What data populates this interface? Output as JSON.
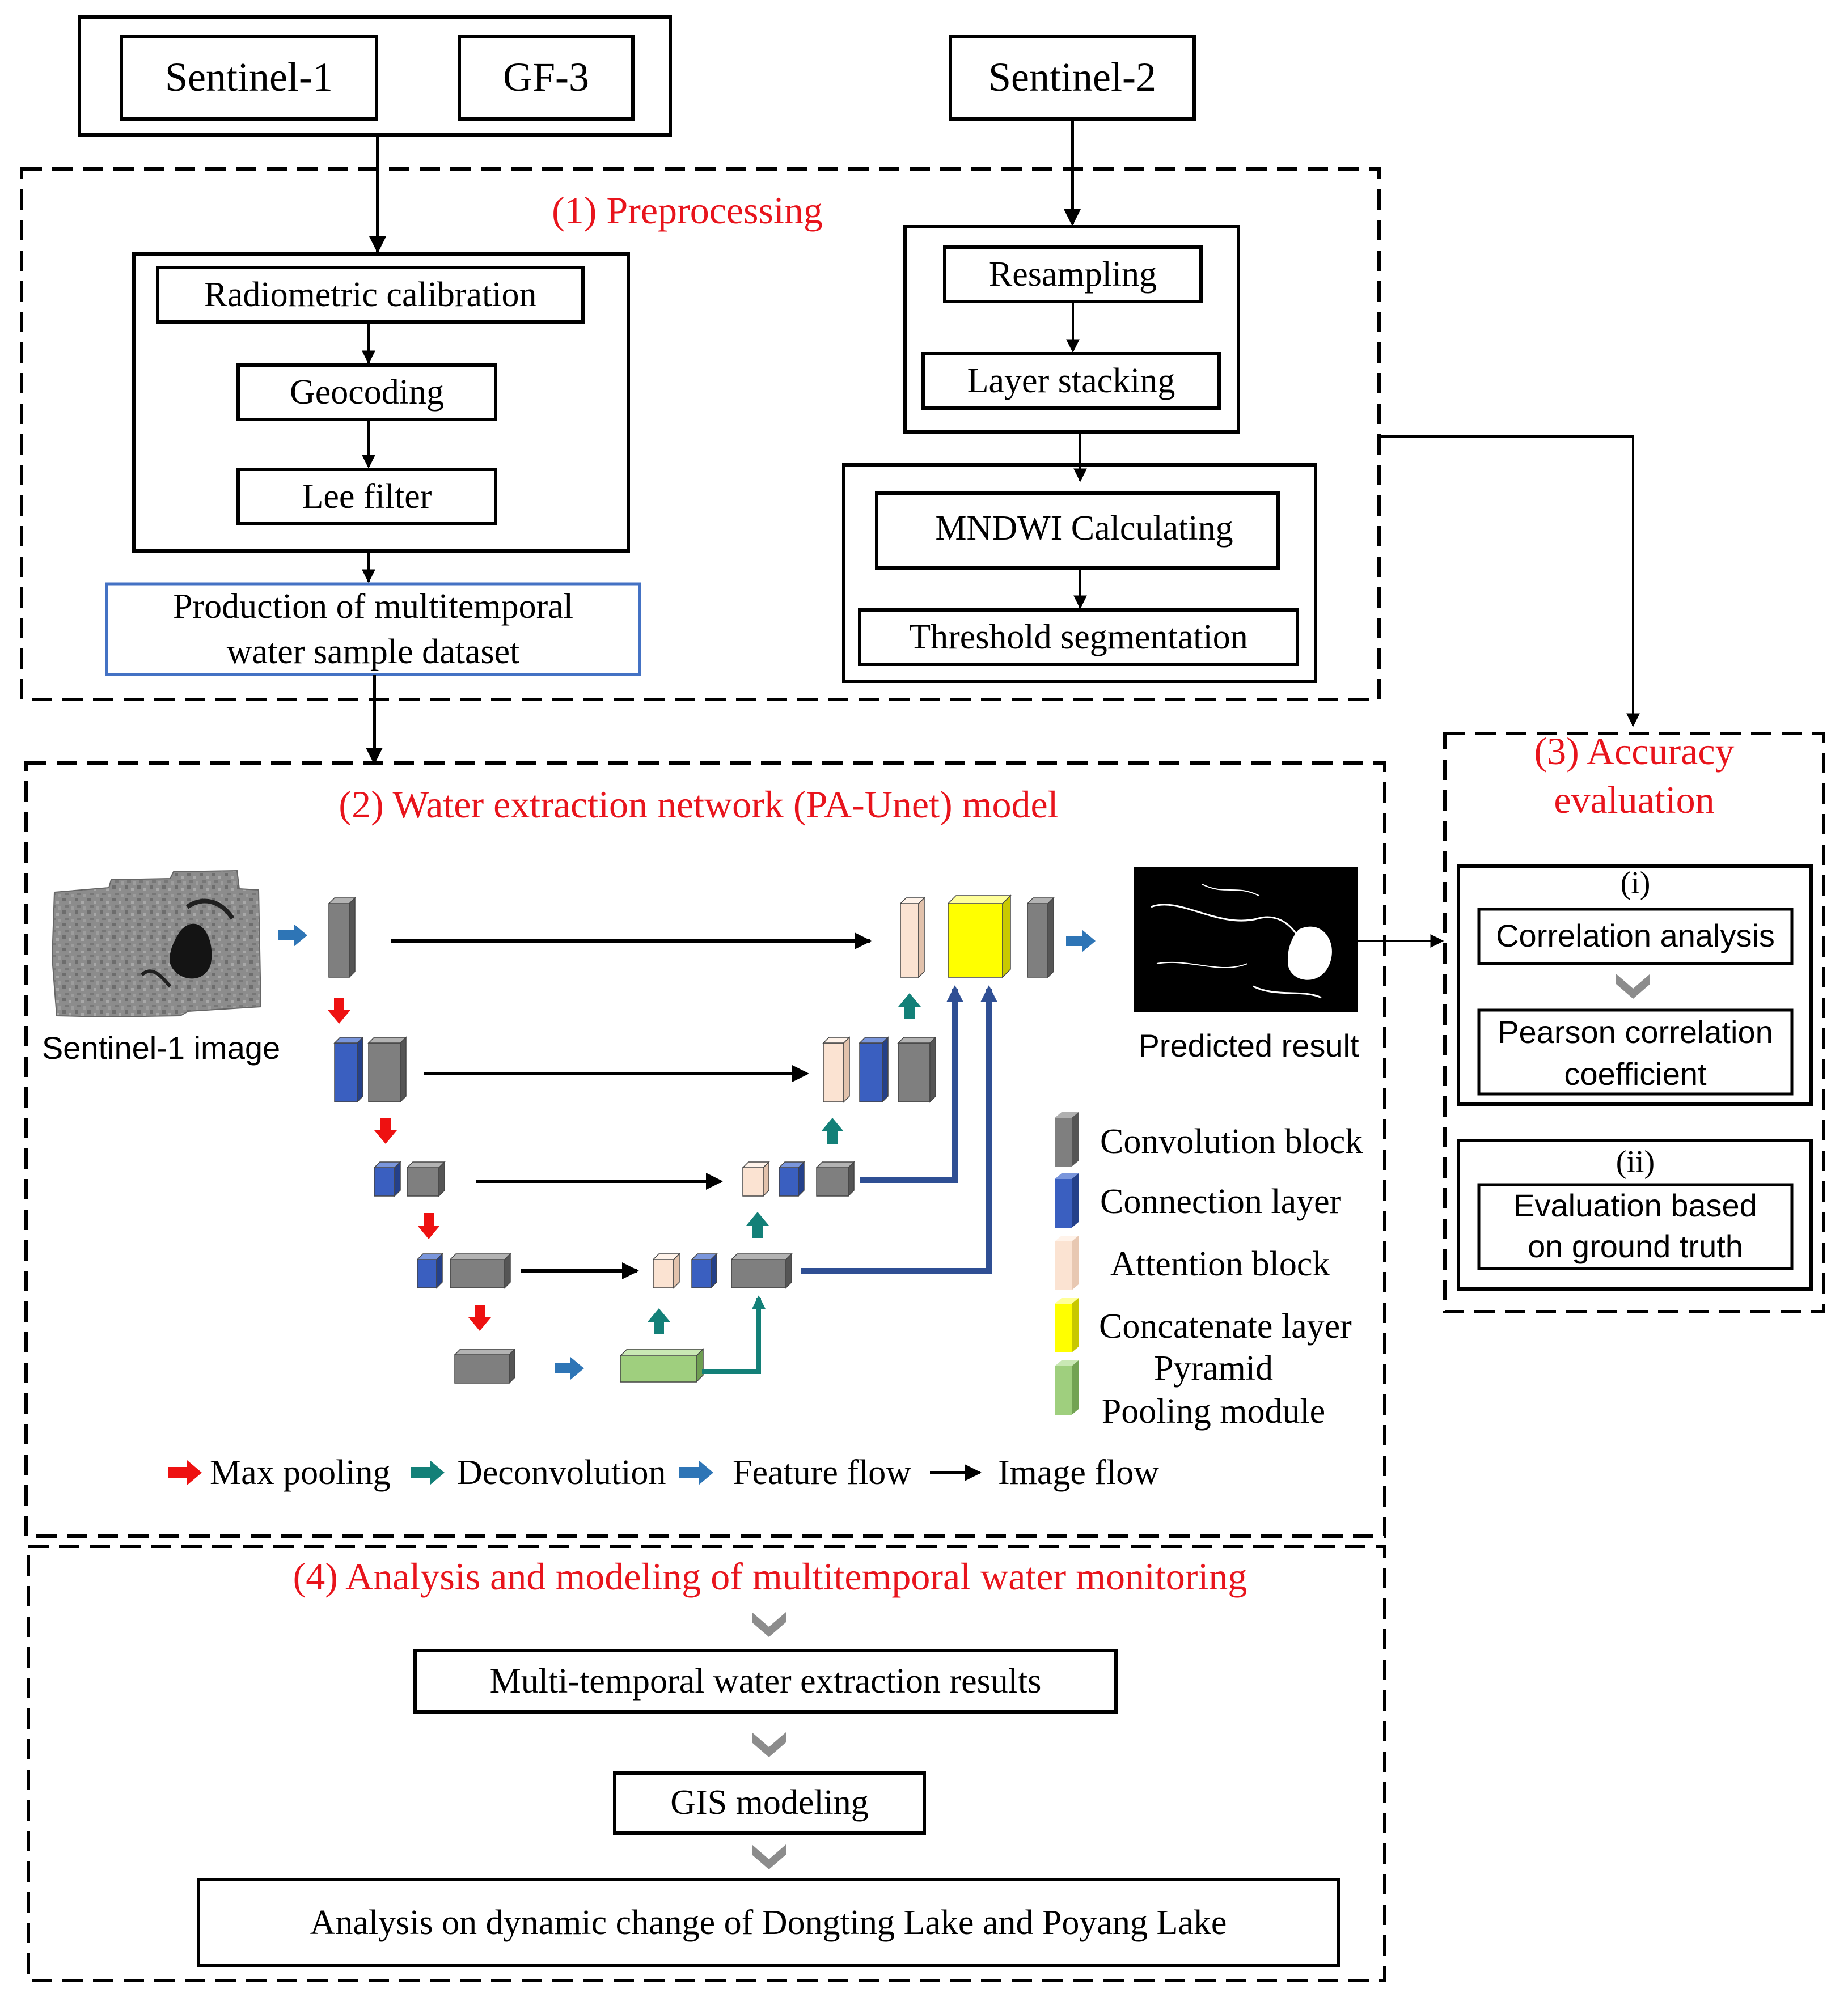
{
  "sources": {
    "sentinel1": "Sentinel-1",
    "gf3": "GF-3",
    "sentinel2": "Sentinel-2"
  },
  "section1": {
    "title": "(1) Preprocessing",
    "sar_steps": [
      "Radiometric calibration",
      "Geocoding",
      "Lee filter"
    ],
    "dataset_line1": "Production of multitemporal",
    "dataset_line2": "water sample dataset",
    "optical_steps": [
      "Resampling",
      "Layer stacking"
    ],
    "water_steps": [
      "MNDWI Calculating",
      "Threshold segmentation"
    ]
  },
  "section2": {
    "title": "(2) Water extraction network (PA-Unet) model",
    "input_label": "Sentinel-1 image",
    "output_label": "Predicted result",
    "block_legend": [
      {
        "key": "conv",
        "label": "Convolution block",
        "color": "#7f7f7f"
      },
      {
        "key": "conn",
        "label": "Connection layer",
        "color": "#3a5fc0"
      },
      {
        "key": "attn",
        "label": "Attention block",
        "color": "#fbe3d2"
      },
      {
        "key": "concat",
        "label": "Concatenate layer",
        "color": "#ffff00"
      },
      {
        "key": "ppm",
        "label_line1": "Pyramid",
        "label_line2": "Pooling module",
        "color": "#9fcf7e"
      }
    ],
    "arrow_legend": [
      {
        "key": "max",
        "label": "Max pooling",
        "color": "#ee1111"
      },
      {
        "key": "deconv",
        "label": "Deconvolution",
        "color": "#138078"
      },
      {
        "key": "feature",
        "label": "Feature flow",
        "color": "#2e75b6"
      },
      {
        "key": "image",
        "label": "Image flow",
        "color": "#000000"
      }
    ]
  },
  "section3": {
    "title_line1": "(3) Accuracy",
    "title_line2": "evaluation",
    "part1_label": "(i)",
    "part1_step1": "Correlation analysis",
    "part1_step2_line1": "Pearson correlation",
    "part1_step2_line2": "coefficient",
    "part2_label": "(ii)",
    "part2_line1": "Evaluation  based",
    "part2_line2": "on ground truth"
  },
  "section4": {
    "title": "(4) Analysis and modeling of multitemporal water monitoring",
    "steps": [
      "Multi-temporal water extraction results",
      "GIS modeling",
      "Analysis on dynamic change of Dongting Lake and Poyang Lake"
    ]
  }
}
